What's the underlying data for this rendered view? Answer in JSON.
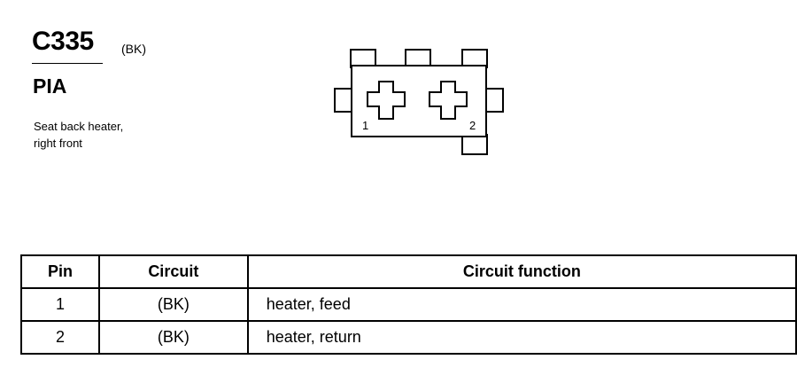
{
  "header": {
    "connector_id": "C335",
    "connector_color": "(BK)",
    "connector_code": "PIA",
    "description_lines": [
      "Seat back heater,",
      "right front"
    ]
  },
  "connector": {
    "pin_labels": [
      "1",
      "2"
    ]
  },
  "table": {
    "headers": [
      "Pin",
      "Circuit",
      "Circuit function"
    ],
    "rows": [
      {
        "pin": "1",
        "circuit": "(BK)",
        "function": "heater, feed"
      },
      {
        "pin": "2",
        "circuit": "(BK)",
        "function": "heater, return"
      }
    ]
  }
}
